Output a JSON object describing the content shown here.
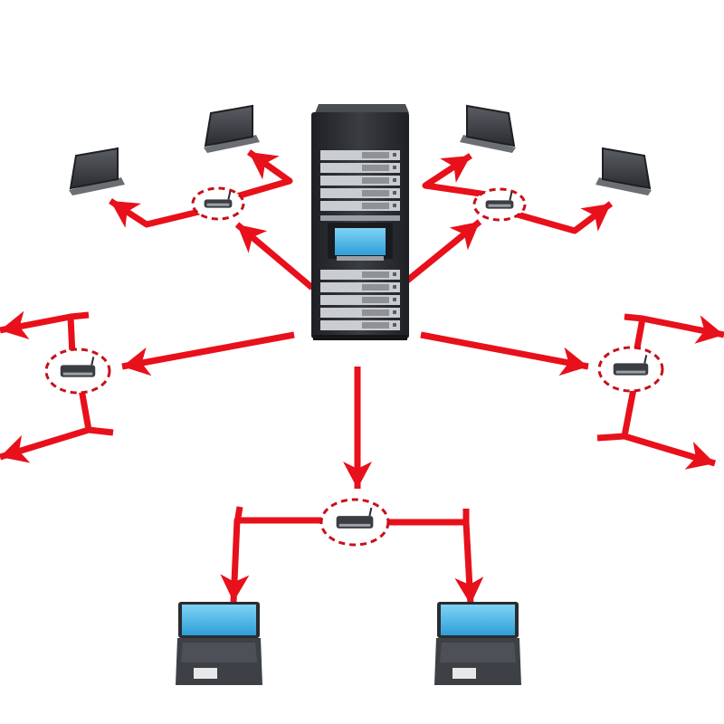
{
  "colors": {
    "background": "#ffffff",
    "link": "#e8101a",
    "rack_body": "#2b2d31",
    "rack_slot": "#c9ccd0",
    "screen_blue": "#3fb4e8",
    "device_dark": "#3a3d42",
    "hub_ring": "#c8101a"
  },
  "nodes": {
    "server": {
      "kind": "server-rack",
      "icon": "server-rack-icon"
    },
    "hubs": [
      {
        "id": "hub-top-left",
        "icon": "router-icon"
      },
      {
        "id": "hub-top-right",
        "icon": "router-icon"
      },
      {
        "id": "hub-left",
        "icon": "router-icon"
      },
      {
        "id": "hub-right",
        "icon": "router-icon"
      },
      {
        "id": "hub-bottom",
        "icon": "router-icon"
      }
    ],
    "clients": [
      {
        "id": "laptop-far-top-left",
        "icon": "laptop-icon"
      },
      {
        "id": "laptop-top-left",
        "icon": "laptop-icon"
      },
      {
        "id": "laptop-top-right",
        "icon": "laptop-icon"
      },
      {
        "id": "laptop-far-top-right",
        "icon": "laptop-icon"
      },
      {
        "id": "laptop-bottom-left",
        "icon": "laptop-icon"
      },
      {
        "id": "laptop-bottom-right",
        "icon": "laptop-icon"
      }
    ]
  },
  "links": [
    {
      "from": "server",
      "to": "hub-top-left"
    },
    {
      "from": "server",
      "to": "hub-top-right"
    },
    {
      "from": "server",
      "to": "hub-left"
    },
    {
      "from": "server",
      "to": "hub-right"
    },
    {
      "from": "server",
      "to": "hub-bottom"
    },
    {
      "from": "hub-top-left",
      "to": "laptop-far-top-left"
    },
    {
      "from": "hub-top-left",
      "to": "laptop-top-left"
    },
    {
      "from": "hub-top-right",
      "to": "laptop-top-right"
    },
    {
      "from": "hub-top-right",
      "to": "laptop-far-top-right"
    },
    {
      "from": "hub-bottom",
      "to": "laptop-bottom-left"
    },
    {
      "from": "hub-bottom",
      "to": "laptop-bottom-right"
    }
  ]
}
